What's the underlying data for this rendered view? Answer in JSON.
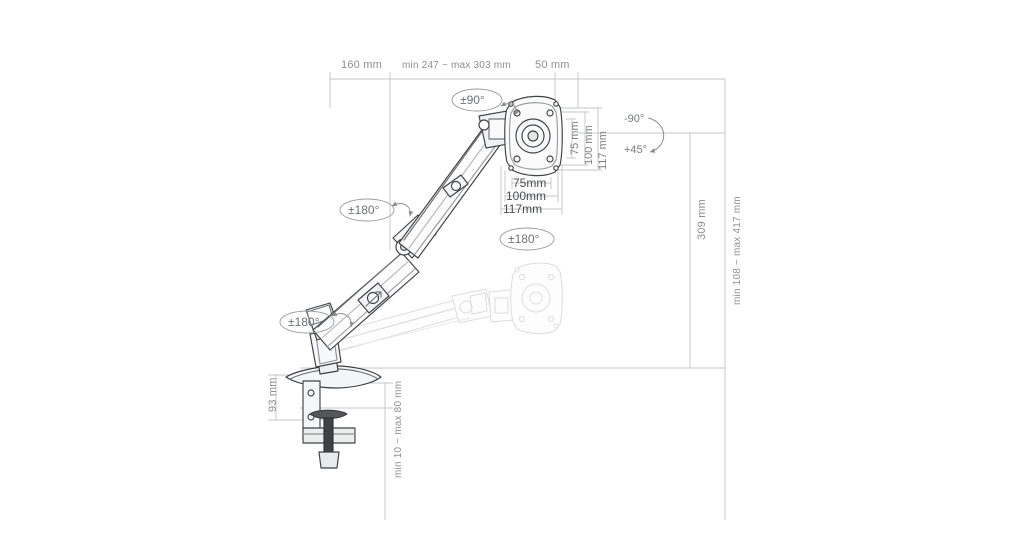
{
  "diagram": {
    "title": "Monitor arm mount technical dimension drawing",
    "line_color": "#b9bbbe",
    "text_color": "#8d8f92",
    "product_outline_color": "#3c3e41",
    "ghost_outline_color": "#d4d6d8"
  },
  "top_dimensions": [
    {
      "id": "reach-base",
      "label": "160 mm"
    },
    {
      "id": "reach-extend",
      "label": "min 247 ~ max 303 mm"
    },
    {
      "id": "head-depth",
      "label": "50 mm"
    }
  ],
  "right_dimensions": [
    {
      "id": "height-span",
      "label": "309 mm"
    },
    {
      "id": "height-range",
      "label": "min 108 ~ max 417 mm"
    }
  ],
  "bottom_dimensions": [
    {
      "id": "clamp-height",
      "label": "93 mm"
    },
    {
      "id": "desk-thickness",
      "label": "min 10 ~ max 80 mm"
    }
  ],
  "vesa": {
    "vertical": [
      {
        "id": "vesa-v-75",
        "label": "75 mm"
      },
      {
        "id": "vesa-v-100",
        "label": "100 mm"
      },
      {
        "id": "vesa-v-117",
        "label": "117 mm"
      }
    ],
    "horizontal": [
      {
        "id": "vesa-h-75",
        "label": "75mm"
      },
      {
        "id": "vesa-h-100",
        "label": "100mm"
      },
      {
        "id": "vesa-h-117",
        "label": "117mm"
      }
    ]
  },
  "rotation_annotations": [
    {
      "id": "head-rotate",
      "label": "±90°"
    },
    {
      "id": "elbow-swivel",
      "label": "±180°"
    },
    {
      "id": "head-swivel",
      "label": "±180°"
    },
    {
      "id": "base-rotate",
      "label": "±180°"
    }
  ],
  "tilt_annotations": [
    {
      "id": "tilt-down",
      "label": "-90°"
    },
    {
      "id": "tilt-up",
      "label": "+45°"
    }
  ]
}
